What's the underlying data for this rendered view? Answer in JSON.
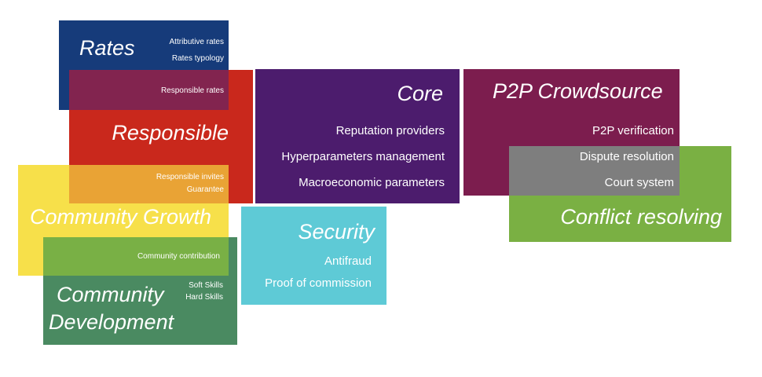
{
  "rates": {
    "title": "Rates",
    "items": [
      "Attributive rates",
      "Rates typology",
      "Responsible rates"
    ]
  },
  "responsible": {
    "title": "Responsible",
    "items": [
      "Responsible invites",
      "Guarantee"
    ]
  },
  "community_growth": {
    "title": "Community Growth",
    "items": [
      "Community contribution"
    ]
  },
  "community_development": {
    "title_line1": "Community",
    "title_line2": "Development",
    "items": [
      "Soft Skills",
      "Hard Skills"
    ]
  },
  "core": {
    "title": "Core",
    "items": [
      "Reputation providers",
      "Hyperparameters management",
      "Macroeconomic parameters"
    ]
  },
  "security": {
    "title": "Security",
    "items": [
      "Antifraud",
      "Proof of commission"
    ]
  },
  "p2p": {
    "title": "P2P Crowdsource",
    "items": [
      "P2P verification",
      "Dispute resolution",
      "Court system"
    ]
  },
  "conflict": {
    "title": "Conflict resolving"
  },
  "colors": {
    "rates": "#163b7a",
    "responsible": "#c9281c",
    "community_growth": "#f7e04a",
    "community_development": "#4a8a61",
    "core": "#4c1c6d",
    "security": "#5ecad6",
    "p2p": "#7c1d4e",
    "conflict": "#7ab043"
  }
}
